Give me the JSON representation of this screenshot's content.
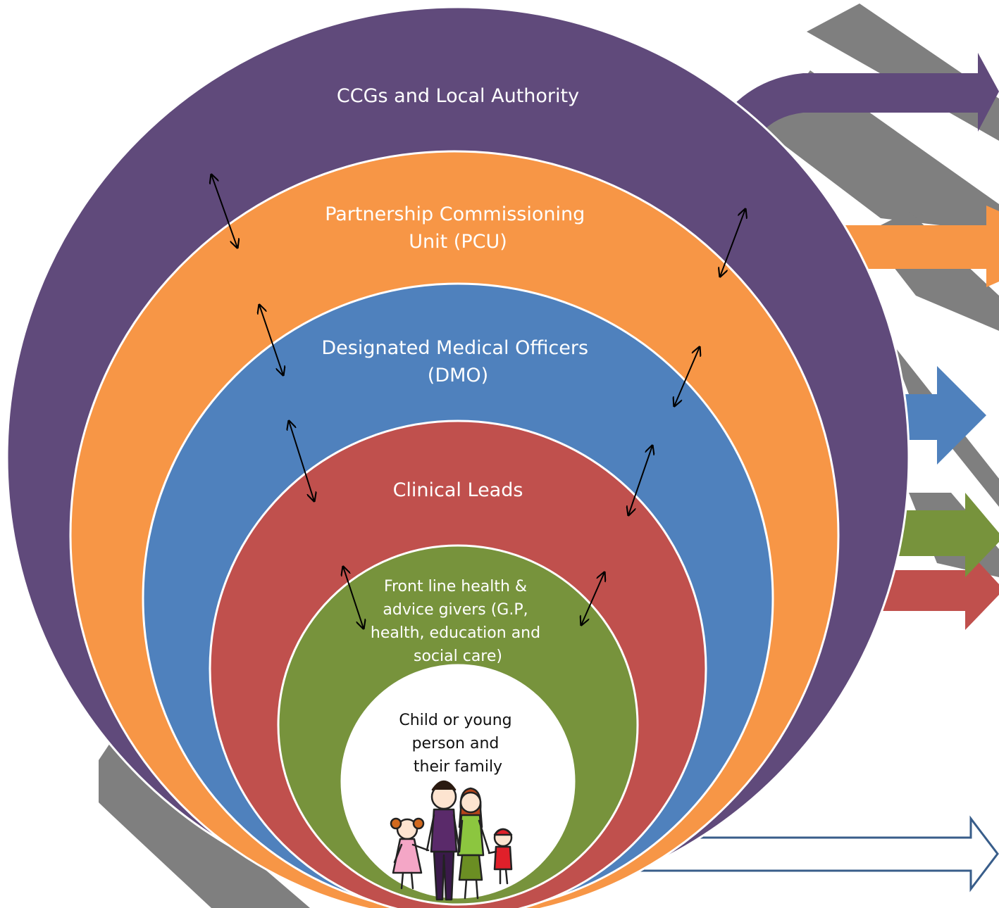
{
  "layers": [
    {
      "id": "ccg",
      "lines": [
        "CCGs and Local Authority"
      ],
      "color": "#604a7b"
    },
    {
      "id": "pcu",
      "lines": [
        "Partnership Commissioning",
        "Unit (PCU)"
      ],
      "color": "#f79646"
    },
    {
      "id": "dmo",
      "lines": [
        "Designated Medical Officers",
        "(DMO)"
      ],
      "color": "#4f81bd"
    },
    {
      "id": "clinical",
      "lines": [
        "Clinical Leads"
      ],
      "color": "#c0504d"
    },
    {
      "id": "frontline",
      "lines": [
        "Front line health &",
        "advice givers (G.P,",
        "health, education and",
        "social care)"
      ],
      "color": "#77933c"
    },
    {
      "id": "child",
      "lines": [
        "Child or young",
        "person and",
        "their family"
      ],
      "color": "#ffffff"
    }
  ],
  "colors": {
    "shadow": "#7f7f7f",
    "arrow_outline": "#385d8a",
    "connector": "#000000"
  },
  "icons": [
    "family-illustration",
    "double-arrow-connector"
  ]
}
